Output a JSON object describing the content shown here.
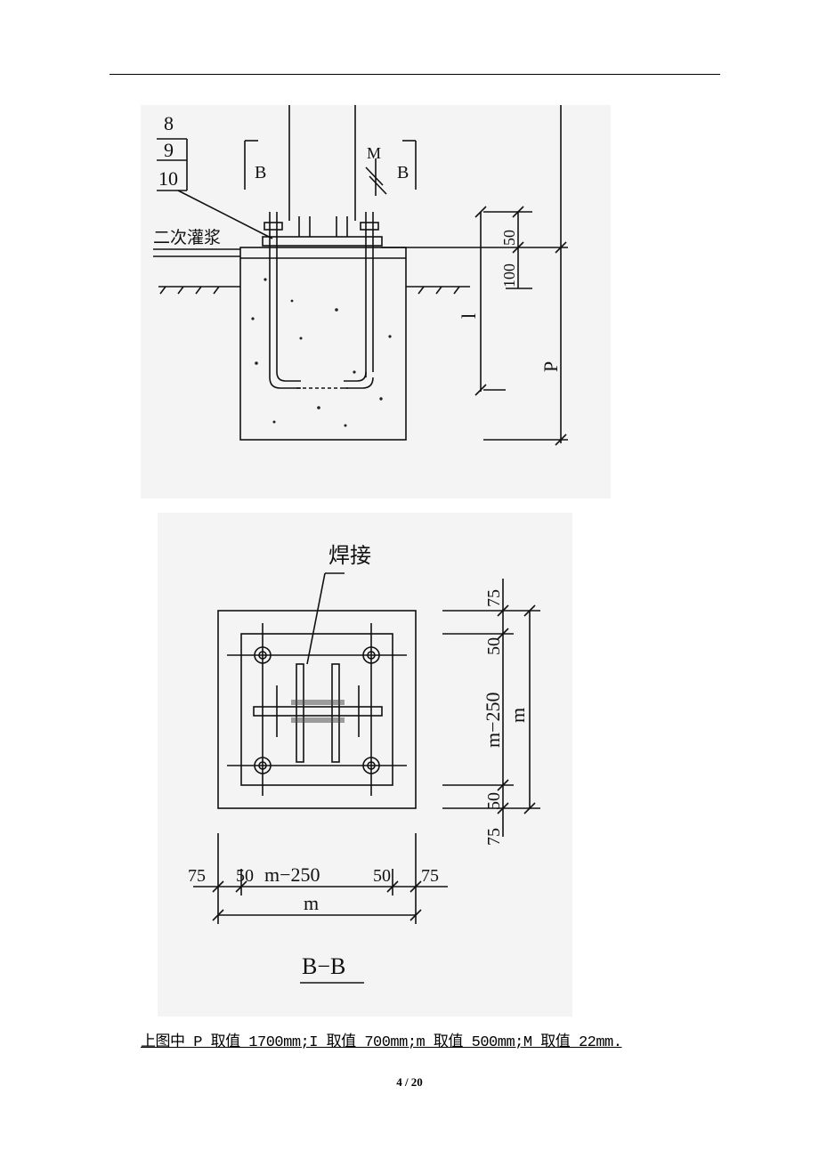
{
  "figure_top": {
    "callouts": [
      "8",
      "9",
      "10"
    ],
    "section_mark": "B",
    "bolt_mark": "M",
    "grout_label": "二次灌浆",
    "dim_100": "100",
    "dim_50": "50",
    "dim_l": "l",
    "dim_p": "P"
  },
  "figure_bottom": {
    "weld_label": "焊接",
    "dim_75": "75",
    "dim_50": "50",
    "dim_mid": "m−250",
    "dim_m": "m",
    "section_title": "B−B"
  },
  "caption": "上图中 P 取值 1700mm;I 取值 700mm;m 取值 500mm;M 取值 22mm.",
  "page_number": "4 / 20"
}
